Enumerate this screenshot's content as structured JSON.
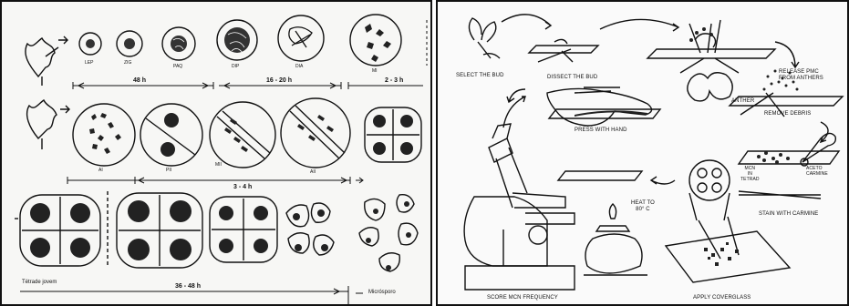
{
  "left_panel": {
    "stage_labels_row1": [
      "LEP",
      "ZIG",
      "PAQ",
      "DIP",
      "DIA",
      "MI"
    ],
    "stage_labels_row2": [
      "AI",
      "PII",
      "MII",
      "AII"
    ],
    "stage_labels_row3": [
      "Tétrade jovem",
      "Micrósporo"
    ],
    "durations": [
      "48 h",
      "16 - 20 h",
      "2 - 3 h",
      "3 - 4 h",
      "36 - 48 h"
    ]
  },
  "right_panel": {
    "steps": {
      "select": "SELECT THE BUD",
      "dissect": "DISSECT THE BUD",
      "release": "RELEASE PMC\nFROM ANTHERS",
      "anther": "ANTHER",
      "debris": "REMOVE DEBRIS",
      "press": "PRESS WITH HAND",
      "mcn_tetrad": "MCN\nIN\nTETRAD",
      "aceto": "ACETO\nCARMINE",
      "heat": "HEAT TO\n80° C",
      "stain": "STAIN WITH CARMINE",
      "score": "SCORE MCN FREQUENCY",
      "coverglass": "APPLY COVERGLASS"
    }
  }
}
